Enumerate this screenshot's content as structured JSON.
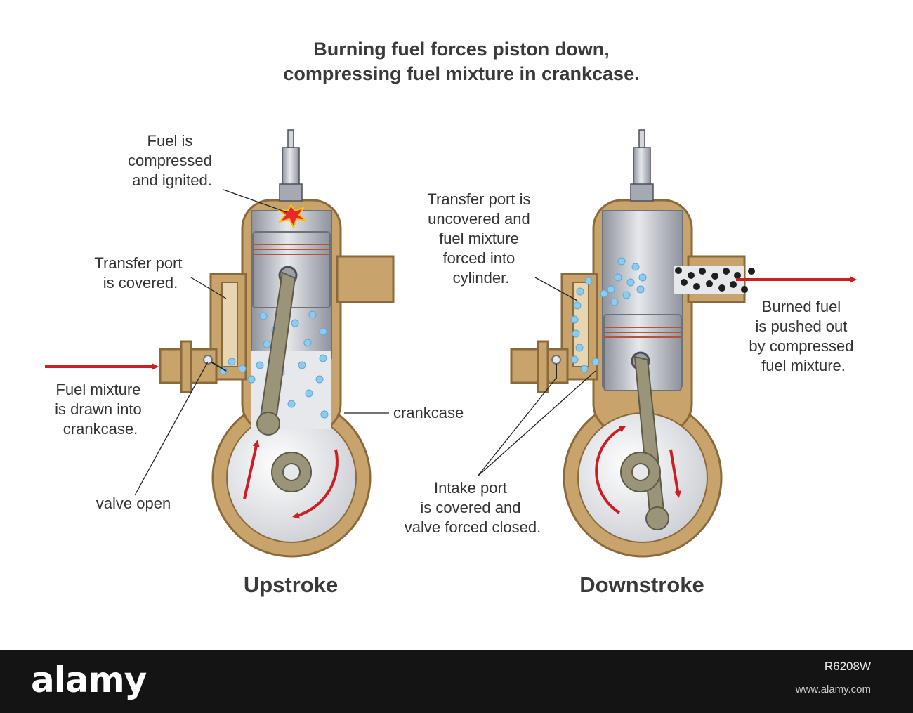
{
  "title": {
    "line1": "Burning fuel forces piston down,",
    "line2": "compressing fuel mixture in crankcase."
  },
  "upstroke": {
    "heading": "Upstroke",
    "ignite": [
      "Fuel is",
      "compressed",
      "and ignited."
    ],
    "transfer_covered": [
      "Transfer port",
      "is covered."
    ],
    "intake": [
      "Fuel mixture",
      "is drawn into",
      "crankcase."
    ],
    "crankcase": "crankcase",
    "valve": "valve open"
  },
  "downstroke": {
    "heading": "Downstroke",
    "transfer_open": [
      "Transfer port is",
      "uncovered and",
      "fuel mixture",
      "forced into",
      "cylinder."
    ],
    "exhaust": [
      "Burned fuel",
      "is pushed out",
      "by compressed",
      "fuel mixture."
    ],
    "intake_closed": [
      "Intake port",
      "is covered and",
      "valve forced closed."
    ]
  },
  "colors": {
    "casing": "#c8a46c",
    "casing_edge": "#8a6a3a",
    "piston": "#b8bcc4",
    "rod": "#9a9478",
    "arrow": "#cc1f24",
    "mixture": "#8ecbef",
    "exhaust": "#1e1e1e",
    "flame": "#e8282a"
  },
  "watermark": {
    "logo": "alamy",
    "code": "R6208W",
    "url": "www.alamy.com"
  }
}
